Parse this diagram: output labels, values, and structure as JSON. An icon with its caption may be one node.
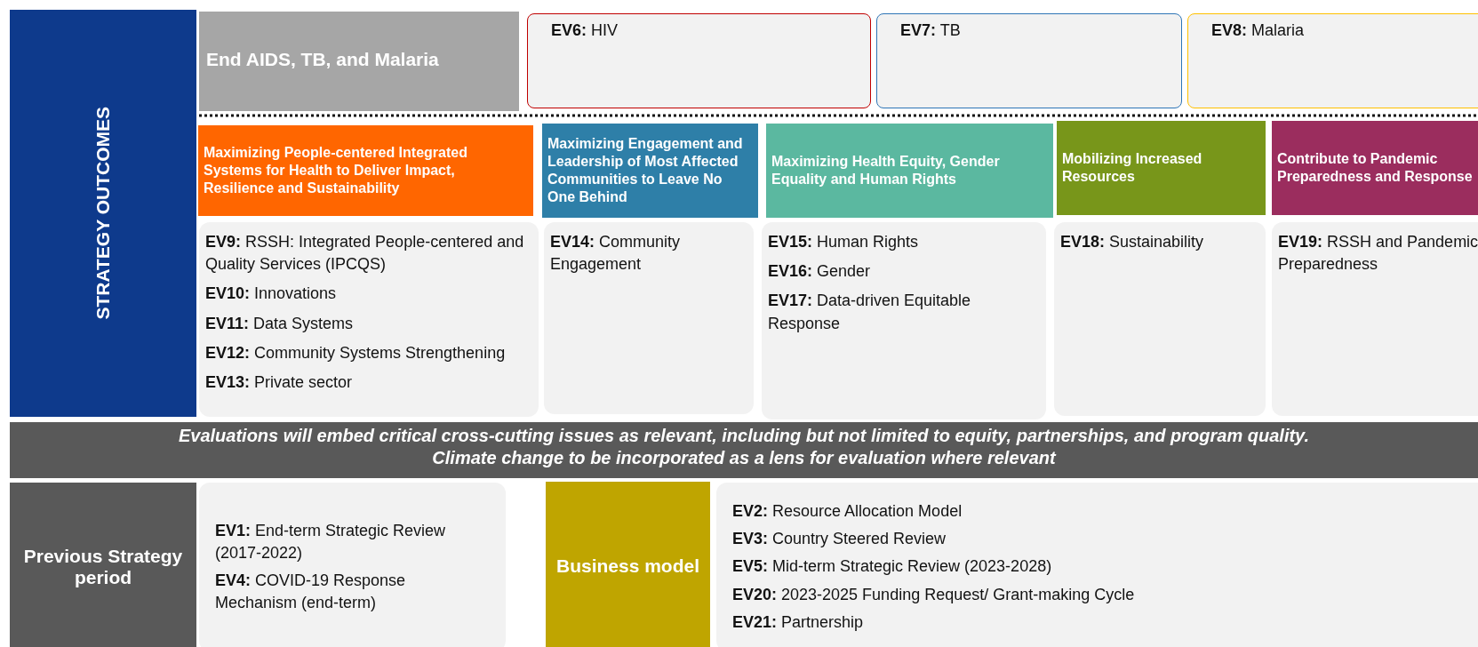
{
  "diagram": {
    "nodes": [
      {
        "text": [
          "STRATEGY OUTCOMES"
        ]
      },
      {
        "text": [
          "End AIDS, TB, and Malaria"
        ]
      },
      {
        "text": [
          "**EV6:** HIV"
        ]
      },
      {
        "text": [
          "**EV7:** TB"
        ]
      },
      {
        "text": [
          "**EV8:** Malaria"
        ]
      },
      {
        "text": [
          "Maximizing People-centered Integrated Systems for Health to Deliver Impact, Resilience and Sustainability"
        ]
      },
      {
        "text": [
          "Maximizing Engagement and Leadership of Most Affected Communities to Leave No One Behind"
        ]
      },
      {
        "text": [
          "Maximizing Health Equity, Gender Equality and Human Rights"
        ]
      },
      {
        "text": [
          "Mobilizing Increased Resources"
        ]
      },
      {
        "text": [
          "Contribute to Pandemic Preparedness and Response"
        ]
      },
      {
        "text": [
          "**EV9:** RSSH: Integrated People-centered and Quality Services (IPCQS)",
          "**EV10:** Innovations",
          "**EV11:** Data Systems",
          "**EV12:** Community Systems Strengthening",
          "**EV13:** Private sector"
        ]
      },
      {
        "text": [
          "**EV14:** Community Engagement"
        ]
      },
      {
        "text": [
          "**EV15:** Human Rights",
          "**EV16:** Gender",
          "**EV17:** Data-driven Equitable Response"
        ]
      },
      {
        "text": [
          "**EV18:** Sustainability"
        ]
      },
      {
        "text": [
          "**EV19:** RSSH and Pandemic Preparedness"
        ]
      },
      {
        "text": [
          "Evaluations will embed critical cross-cutting issues as relevant, including but not limited to equity, partnerships, and program quality.",
          "Climate change to be incorporated as a lens for evaluation where relevant"
        ]
      },
      {
        "text": [
          "Previous Strategy period"
        ]
      },
      {
        "text": [
          "**EV1:** End-term Strategic Review (2017-2022)",
          "**EV4:** COVID-19 Response Mechanism (end-term)"
        ]
      },
      {
        "text": [
          "Business model"
        ]
      },
      {
        "text": [
          "**EV2:** Resource Allocation Model",
          "**EV3:** Country Steered Review",
          "**EV5:** Mid-term Strategic Review (2023-2028)",
          "**EV20:** 2023-2025 Funding Request/ Grant-making Cycle",
          "**EV21:** Partnership"
        ]
      }
    ],
    "edges": []
  }
}
